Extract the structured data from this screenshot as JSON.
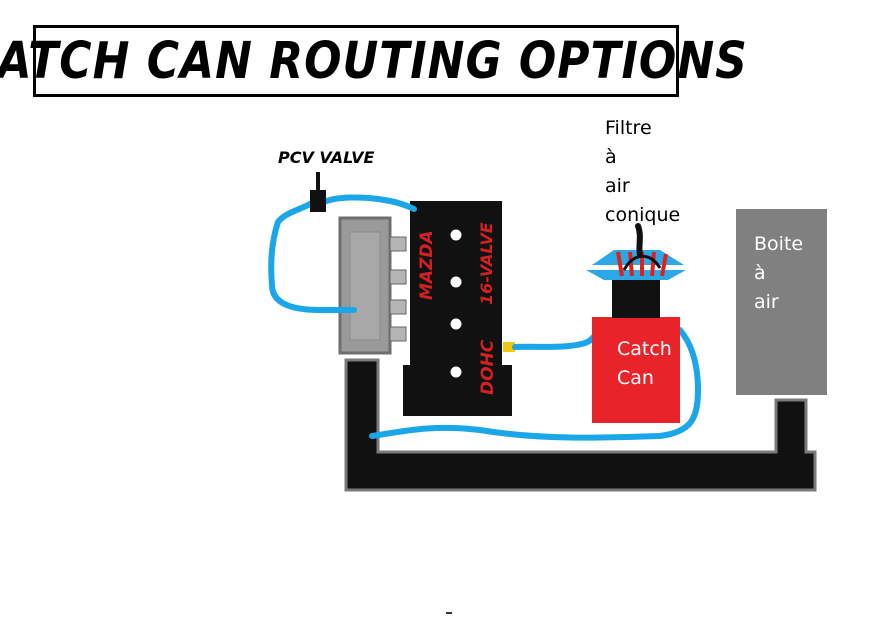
{
  "title": "CATCH CAN ROUTING OPTIONS",
  "labels": {
    "pcv_valve": "PCV VALVE",
    "filter": [
      "Filtre",
      "à",
      "air",
      "conique"
    ],
    "air_box": [
      "Boite",
      "à",
      "air"
    ],
    "catch_can": [
      "Catch",
      "Can"
    ]
  },
  "engine": {
    "brand": "MAZDA",
    "valve_text": "16-VALVE",
    "dohc_text": "DOHC"
  },
  "colors": {
    "hose": "#1aa6e8",
    "engine": "#111111",
    "manifold": "#9a9a9a",
    "catch_can": "#e8242a",
    "air_box": "#808080",
    "filter": "#2aa9e6",
    "filter_stripes": "#e02020",
    "fitting": "#f2c80f",
    "engine_text": "#d32020",
    "duct_outline": "#7a7a7a"
  }
}
